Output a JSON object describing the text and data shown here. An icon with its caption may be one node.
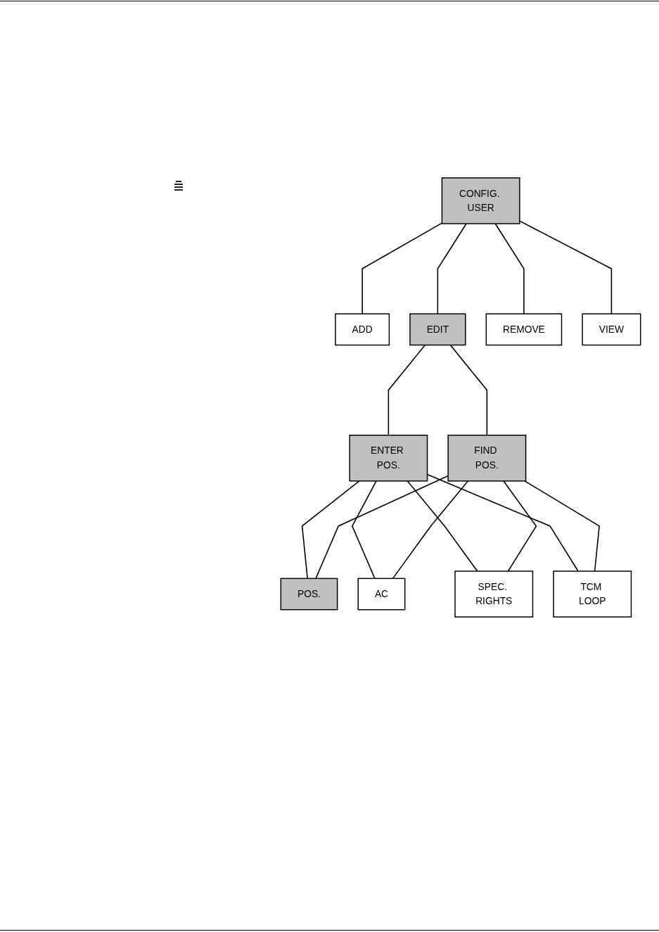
{
  "diagram": {
    "nodes": [
      {
        "text": [
          "CONFIG. USER"
        ]
      },
      {
        "text": [
          "ADD"
        ]
      },
      {
        "text": [
          "EDIT"
        ]
      },
      {
        "text": [
          "REMOVE"
        ]
      },
      {
        "text": [
          "VIEW"
        ]
      },
      {
        "text": [
          "ENTER POS."
        ]
      },
      {
        "text": [
          "FIND POS."
        ]
      },
      {
        "text": [
          "POS."
        ]
      },
      {
        "text": [
          "AC"
        ]
      },
      {
        "text": [
          "SPEC. RIGHTS"
        ]
      },
      {
        "text": [
          "TCM LOOP"
        ]
      }
    ],
    "edges": [
      {
        "from": 0,
        "to": 1,
        "arrow": "none"
      },
      {
        "from": 0,
        "to": 2,
        "arrow": "none"
      },
      {
        "from": 0,
        "to": 3,
        "arrow": "none"
      },
      {
        "from": 0,
        "to": 4,
        "arrow": "none"
      },
      {
        "from": 2,
        "to": 5,
        "arrow": "none"
      },
      {
        "from": 2,
        "to": 6,
        "arrow": "none"
      },
      {
        "from": 5,
        "to": 7,
        "arrow": "none"
      },
      {
        "from": 5,
        "to": 8,
        "arrow": "none"
      },
      {
        "from": 5,
        "to": 9,
        "arrow": "none"
      },
      {
        "from": 5,
        "to": 10,
        "arrow": "none"
      },
      {
        "from": 6,
        "to": 7,
        "arrow": "none"
      },
      {
        "from": 6,
        "to": 8,
        "arrow": "none"
      },
      {
        "from": 6,
        "to": 9,
        "arrow": "none"
      },
      {
        "from": 6,
        "to": 10,
        "arrow": "none"
      }
    ]
  }
}
